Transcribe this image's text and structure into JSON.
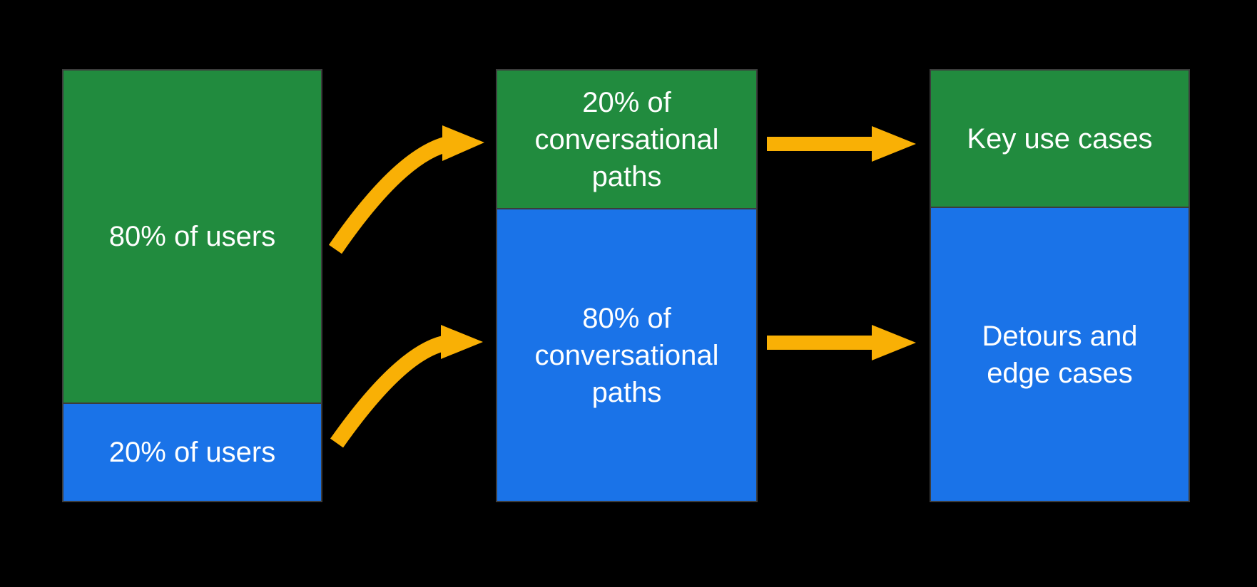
{
  "background": "#000000",
  "colors": {
    "green": "#218B3E",
    "blue": "#1A73E8",
    "yellow": "#F9B005",
    "border": "#3C3C3C",
    "text": "#FFFFFF"
  },
  "columns": [
    {
      "name": "users",
      "segments": [
        {
          "label": "80% of users",
          "color": "green"
        },
        {
          "label": "20% of users",
          "color": "blue"
        }
      ]
    },
    {
      "name": "conversational-paths",
      "segments": [
        {
          "label": "20% of\nconversational\npaths",
          "color": "green"
        },
        {
          "label": "80% of\nconversational\npaths",
          "color": "blue"
        }
      ]
    },
    {
      "name": "outcomes",
      "segments": [
        {
          "label": "Key use cases",
          "color": "green"
        },
        {
          "label": "Detours and\nedge cases",
          "color": "blue"
        }
      ]
    }
  ],
  "arrows": [
    {
      "name": "curved-arrow-users80-to-paths20",
      "style": "curved"
    },
    {
      "name": "curved-arrow-users20-to-paths80",
      "style": "curved"
    },
    {
      "name": "straight-arrow-paths20-to-key-use-cases",
      "style": "straight"
    },
    {
      "name": "straight-arrow-paths80-to-detours",
      "style": "straight"
    }
  ]
}
